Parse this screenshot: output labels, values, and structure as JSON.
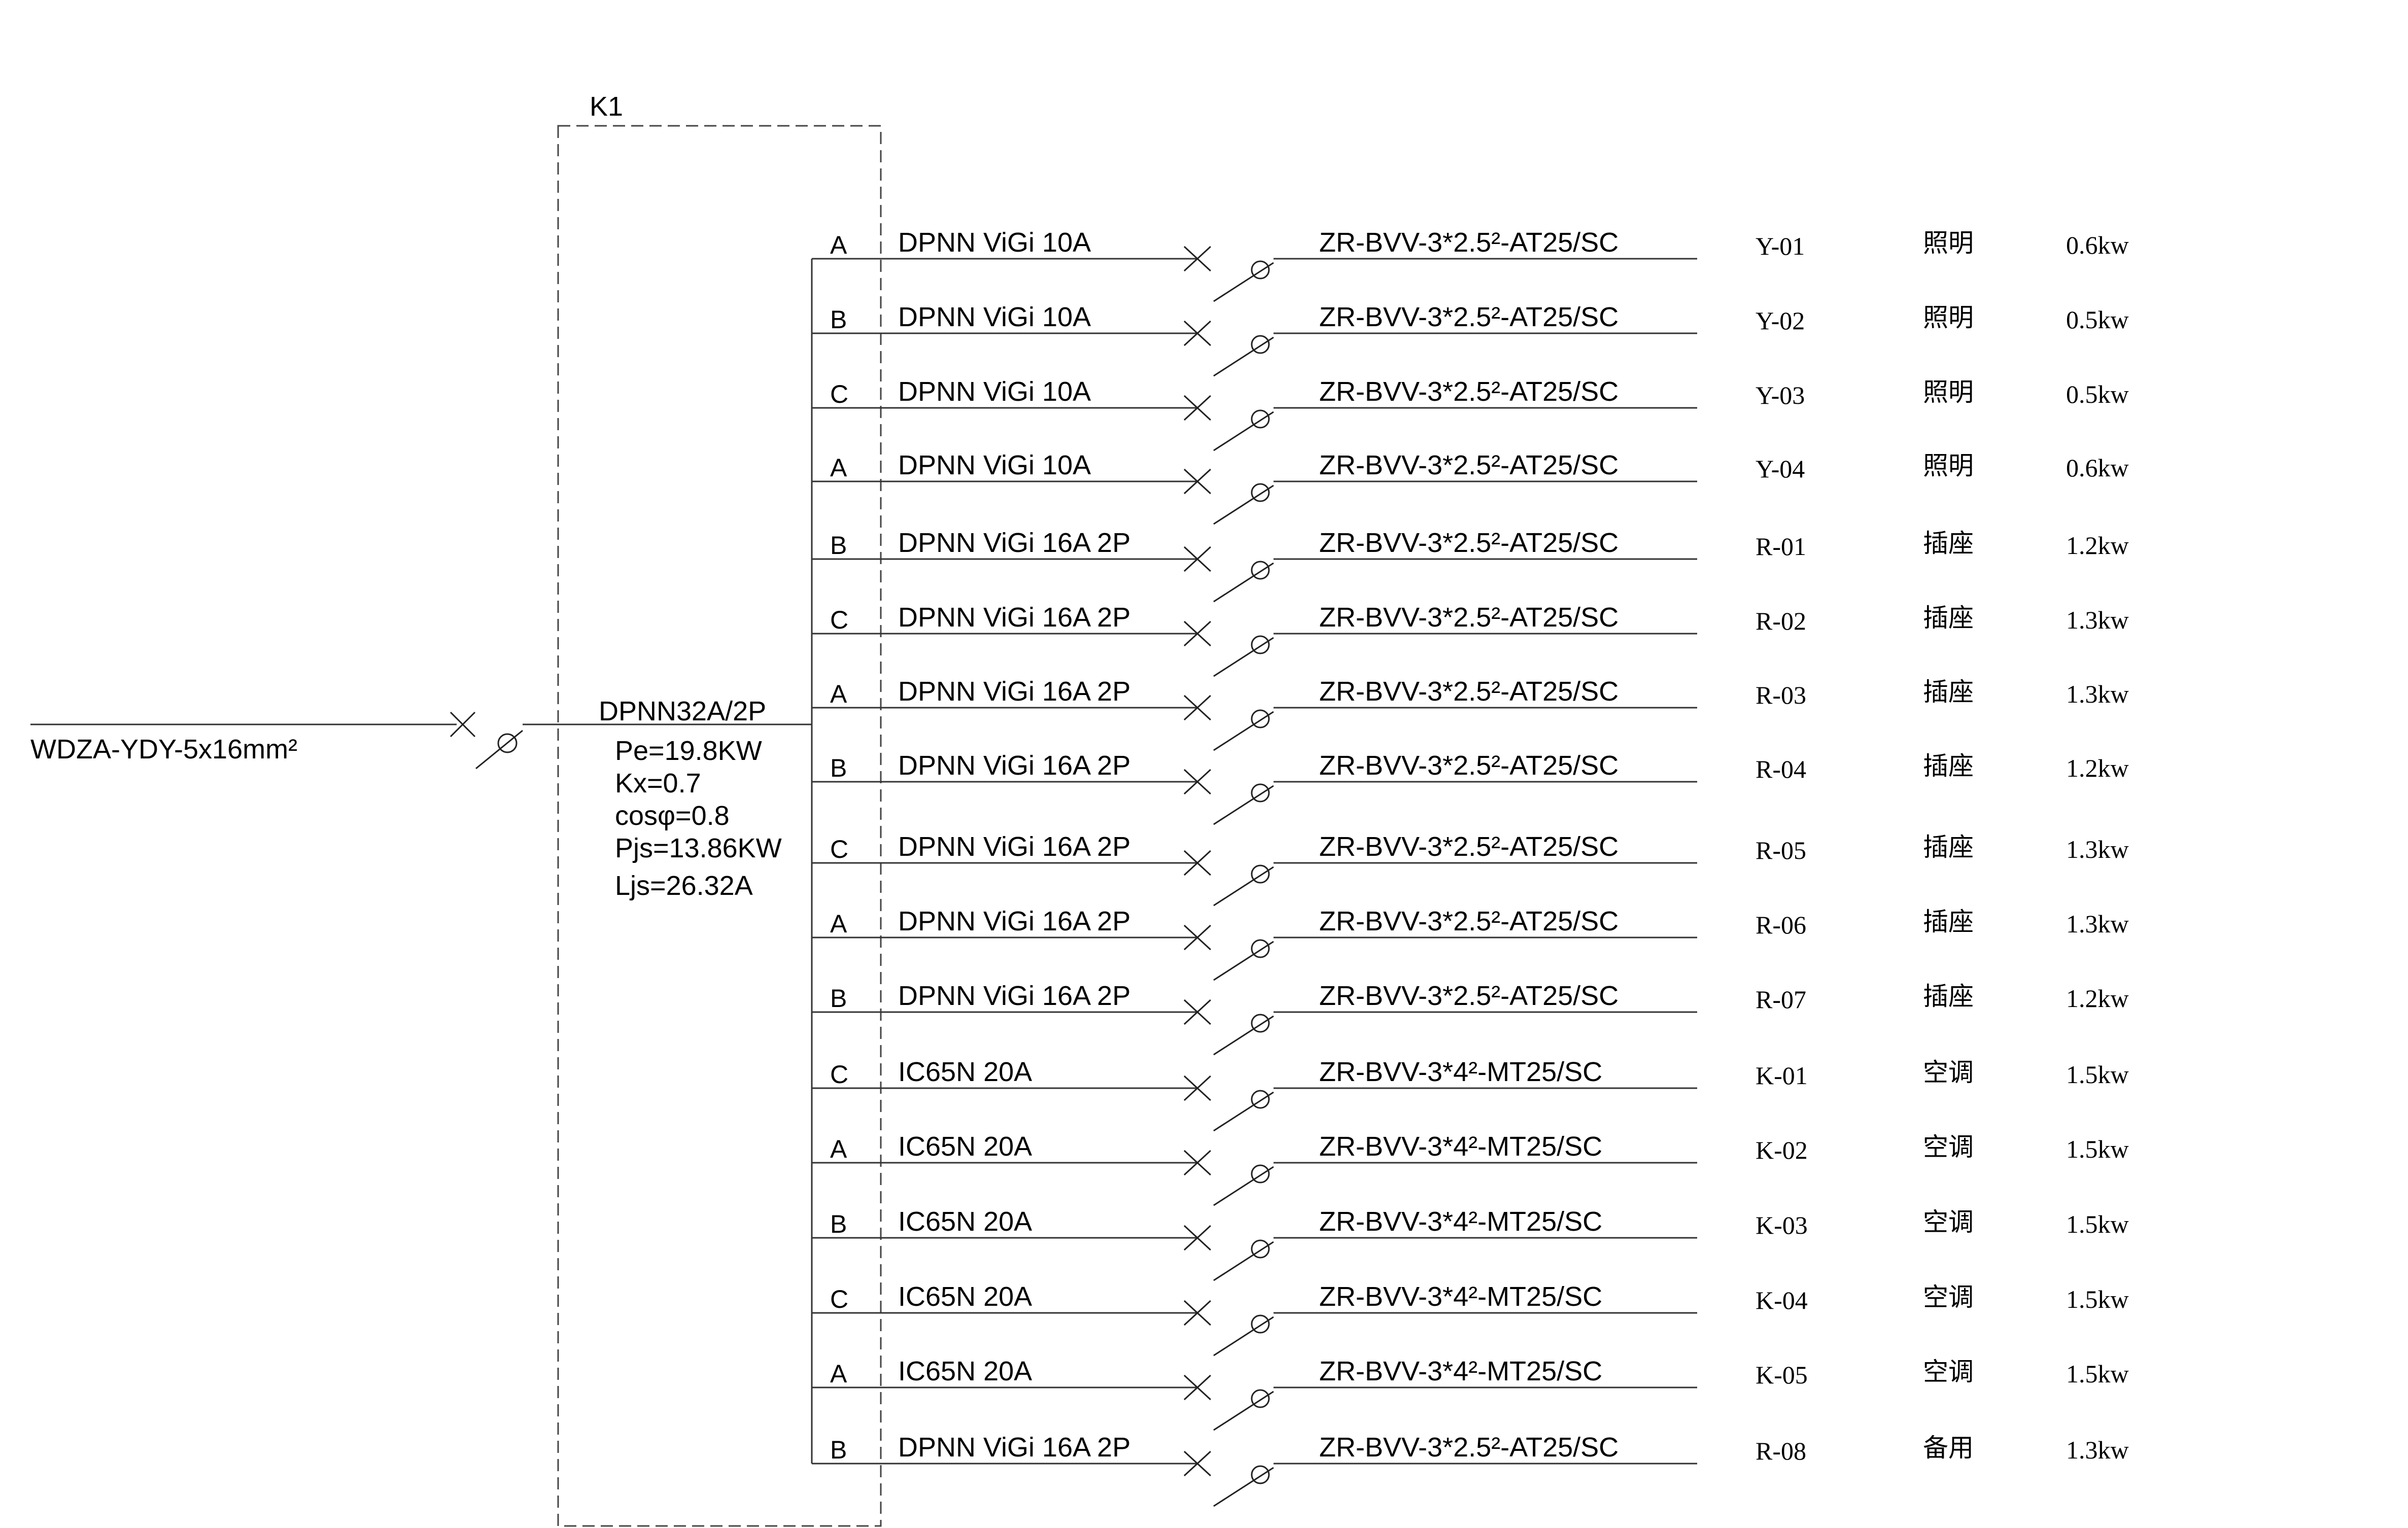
{
  "panel": {
    "name": "K1",
    "main_breaker": "DPNN32A/2P",
    "params": [
      "Pe=19.8KW",
      "Kx=0.7",
      "cosφ=0.8",
      "Pjs=13.86KW",
      "Ljs=26.32A"
    ]
  },
  "incoming": {
    "cable": "WDZA-YDY-5x16mm²"
  },
  "circuits": [
    {
      "phase": "A",
      "breaker": "DPNN ViGi  10A",
      "cable": "ZR-BVV-3*2.5²-AT25/SC",
      "id": "Y-01",
      "use": "照明",
      "power": "0.6kw"
    },
    {
      "phase": "B",
      "breaker": "DPNN ViGi  10A",
      "cable": "ZR-BVV-3*2.5²-AT25/SC",
      "id": "Y-02",
      "use": "照明",
      "power": "0.5kw"
    },
    {
      "phase": "C",
      "breaker": "DPNN ViGi  10A",
      "cable": "ZR-BVV-3*2.5²-AT25/SC",
      "id": "Y-03",
      "use": "照明",
      "power": "0.5kw"
    },
    {
      "phase": "A",
      "breaker": "DPNN ViGi  10A",
      "cable": "ZR-BVV-3*2.5²-AT25/SC",
      "id": "Y-04",
      "use": "照明",
      "power": "0.6kw"
    },
    {
      "phase": "B",
      "breaker": "DPNN ViGi  16A 2P",
      "cable": "ZR-BVV-3*2.5²-AT25/SC",
      "id": "R-01",
      "use": "插座",
      "power": "1.2kw"
    },
    {
      "phase": "C",
      "breaker": "DPNN ViGi  16A 2P",
      "cable": "ZR-BVV-3*2.5²-AT25/SC",
      "id": "R-02",
      "use": "插座",
      "power": "1.3kw"
    },
    {
      "phase": "A",
      "breaker": "DPNN ViGi  16A 2P",
      "cable": "ZR-BVV-3*2.5²-AT25/SC",
      "id": "R-03",
      "use": "插座",
      "power": "1.3kw"
    },
    {
      "phase": "B",
      "breaker": "DPNN ViGi  16A 2P",
      "cable": "ZR-BVV-3*2.5²-AT25/SC",
      "id": "R-04",
      "use": "插座",
      "power": "1.2kw"
    },
    {
      "phase": "C",
      "breaker": "DPNN ViGi  16A 2P",
      "cable": "ZR-BVV-3*2.5²-AT25/SC",
      "id": "R-05",
      "use": "插座",
      "power": "1.3kw"
    },
    {
      "phase": "A",
      "breaker": "DPNN ViGi  16A 2P",
      "cable": "ZR-BVV-3*2.5²-AT25/SC",
      "id": "R-06",
      "use": "插座",
      "power": "1.3kw"
    },
    {
      "phase": "B",
      "breaker": "DPNN ViGi  16A 2P",
      "cable": "ZR-BVV-3*2.5²-AT25/SC",
      "id": "R-07",
      "use": "插座",
      "power": "1.2kw"
    },
    {
      "phase": "C",
      "breaker": "IC65N  20A",
      "cable": "ZR-BVV-3*4²-MT25/SC",
      "id": "K-01",
      "use": "空调",
      "power": "1.5kw"
    },
    {
      "phase": "A",
      "breaker": "IC65N  20A",
      "cable": "ZR-BVV-3*4²-MT25/SC",
      "id": "K-02",
      "use": "空调",
      "power": "1.5kw"
    },
    {
      "phase": "B",
      "breaker": "IC65N  20A",
      "cable": "ZR-BVV-3*4²-MT25/SC",
      "id": "K-03",
      "use": "空调",
      "power": "1.5kw"
    },
    {
      "phase": "C",
      "breaker": "IC65N  20A",
      "cable": "ZR-BVV-3*4²-MT25/SC",
      "id": "K-04",
      "use": "空调",
      "power": "1.5kw"
    },
    {
      "phase": "A",
      "breaker": "IC65N  20A",
      "cable": "ZR-BVV-3*4²-MT25/SC",
      "id": "K-05",
      "use": "空调",
      "power": "1.5kw"
    },
    {
      "phase": "B",
      "breaker": "DPNN ViGi  16A 2P",
      "cable": "ZR-BVV-3*2.5²-AT25/SC",
      "id": "R-08",
      "use": "备用",
      "power": "1.3kw"
    }
  ]
}
